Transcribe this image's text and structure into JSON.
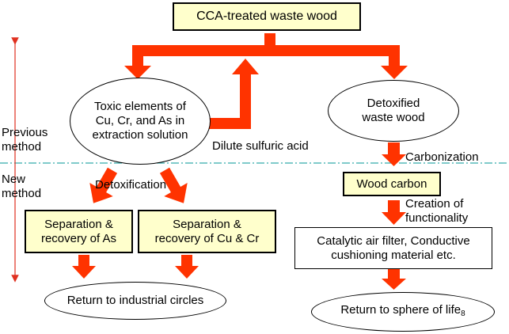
{
  "title_box": "CCA-treated waste wood",
  "toxic_ellipse": [
    "Toxic elements of",
    "Cu, Cr, and As in",
    "extraction solution"
  ],
  "detox_ellipse": [
    "Detoxified",
    "waste wood"
  ],
  "labels": {
    "dilute_acid": "Dilute sulfuric acid",
    "carbonization": "Carbonization",
    "detoxification": "Detoxification",
    "creation": [
      "Creation of",
      "functionality"
    ],
    "previous_method": [
      "Previous",
      "method"
    ],
    "new_method": [
      "New",
      "method"
    ]
  },
  "boxes": {
    "sep_as": [
      "Separation &",
      "recovery of As"
    ],
    "sep_cucr": [
      "Separation &",
      "recovery of Cu & Cr"
    ],
    "wood_carbon": "Wood carbon",
    "catalytic": [
      "Catalytic air filter, Conductive",
      "cushioning material etc."
    ]
  },
  "returns": {
    "industrial": "Return to industrial circles",
    "life": "Return to sphere of life",
    "life_subscript": "8"
  },
  "colors": {
    "arrow": "#ff3300",
    "box_fill": "#ffffcc",
    "divider": "#33aaaa",
    "side_arrow": "#e03020"
  }
}
